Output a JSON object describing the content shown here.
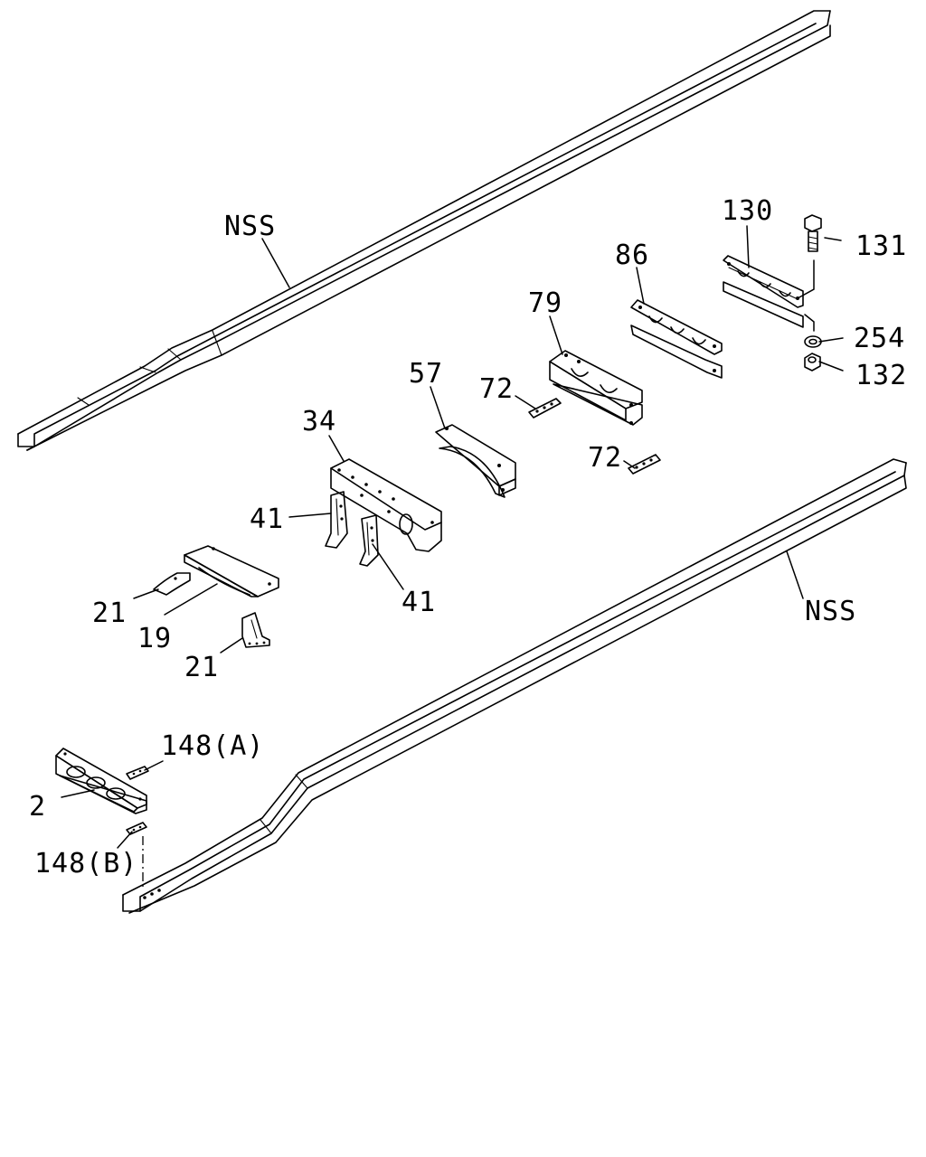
{
  "callouts": {
    "nss_top": "NSS",
    "nss_bottom": "NSS",
    "p130": "130",
    "p131": "131",
    "p254": "254",
    "p132": "132",
    "p86": "86",
    "p79": "79",
    "p57": "57",
    "p72_upper": "72",
    "p72_lower": "72",
    "p34": "34",
    "p41_left": "41",
    "p41_right": "41",
    "p21_upper": "21",
    "p19": "19",
    "p21_lower": "21",
    "p148a": "148(A)",
    "p2": "2",
    "p148b": "148(B)"
  }
}
